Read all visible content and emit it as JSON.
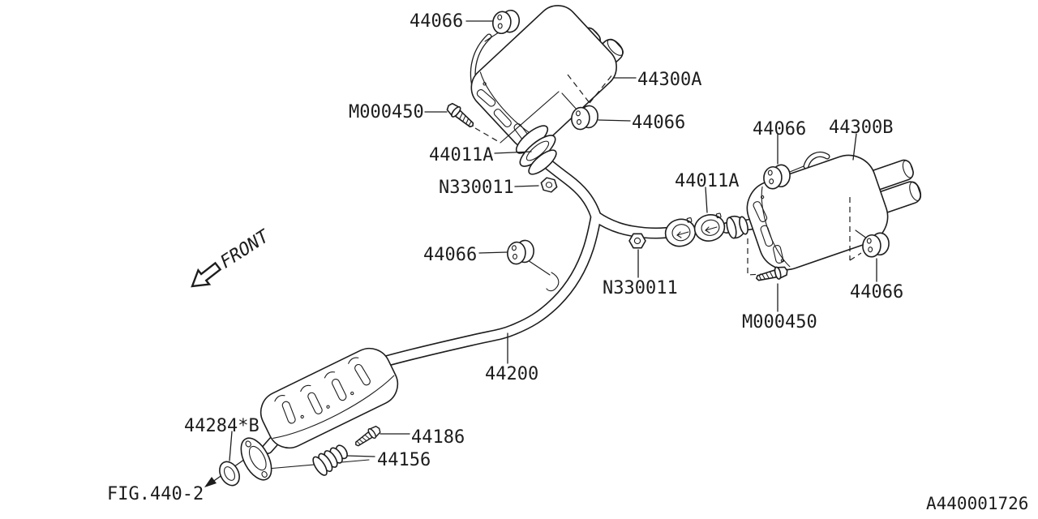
{
  "figure": {
    "code": "A440001726",
    "reference": "FIG.440-2",
    "front": "FRONT"
  },
  "part_numbers": {
    "muffler_left": "44300A",
    "muffler_right": "44300B",
    "center_exhaust_pipe": "44200",
    "hanger_cushion": "44066",
    "flange_bolt": "M000450",
    "gasket": "44011A",
    "self_locking_nut": "N330011",
    "front_gasket": "44284*B",
    "spring_bolt": "44186",
    "spring": "44156"
  },
  "labels": [
    {
      "id": "hanger-muffler-a-front",
      "text": "44066"
    },
    {
      "id": "bolt-upper",
      "text": "M000450"
    },
    {
      "id": "gasket-upper",
      "text": "44011A"
    },
    {
      "id": "nut-upper",
      "text": "N330011"
    },
    {
      "id": "muffler-a",
      "text": "44300A"
    },
    {
      "id": "hanger-muffler-a-rear",
      "text": "44066"
    },
    {
      "id": "hanger-center-pipe",
      "text": "44066"
    },
    {
      "id": "nut-lower",
      "text": "N330011"
    },
    {
      "id": "gasket-right",
      "text": "44011A"
    },
    {
      "id": "hanger-muffler-b-front",
      "text": "44066"
    },
    {
      "id": "muffler-b",
      "text": "44300B"
    },
    {
      "id": "hanger-muffler-b-rear",
      "text": "44066"
    },
    {
      "id": "bolt-lower",
      "text": "M000450"
    },
    {
      "id": "front-gasket",
      "text": "44284*B"
    },
    {
      "id": "spring-bolt",
      "text": "44186"
    },
    {
      "id": "spring",
      "text": "44156"
    },
    {
      "id": "center-pipe",
      "text": "44200"
    }
  ]
}
